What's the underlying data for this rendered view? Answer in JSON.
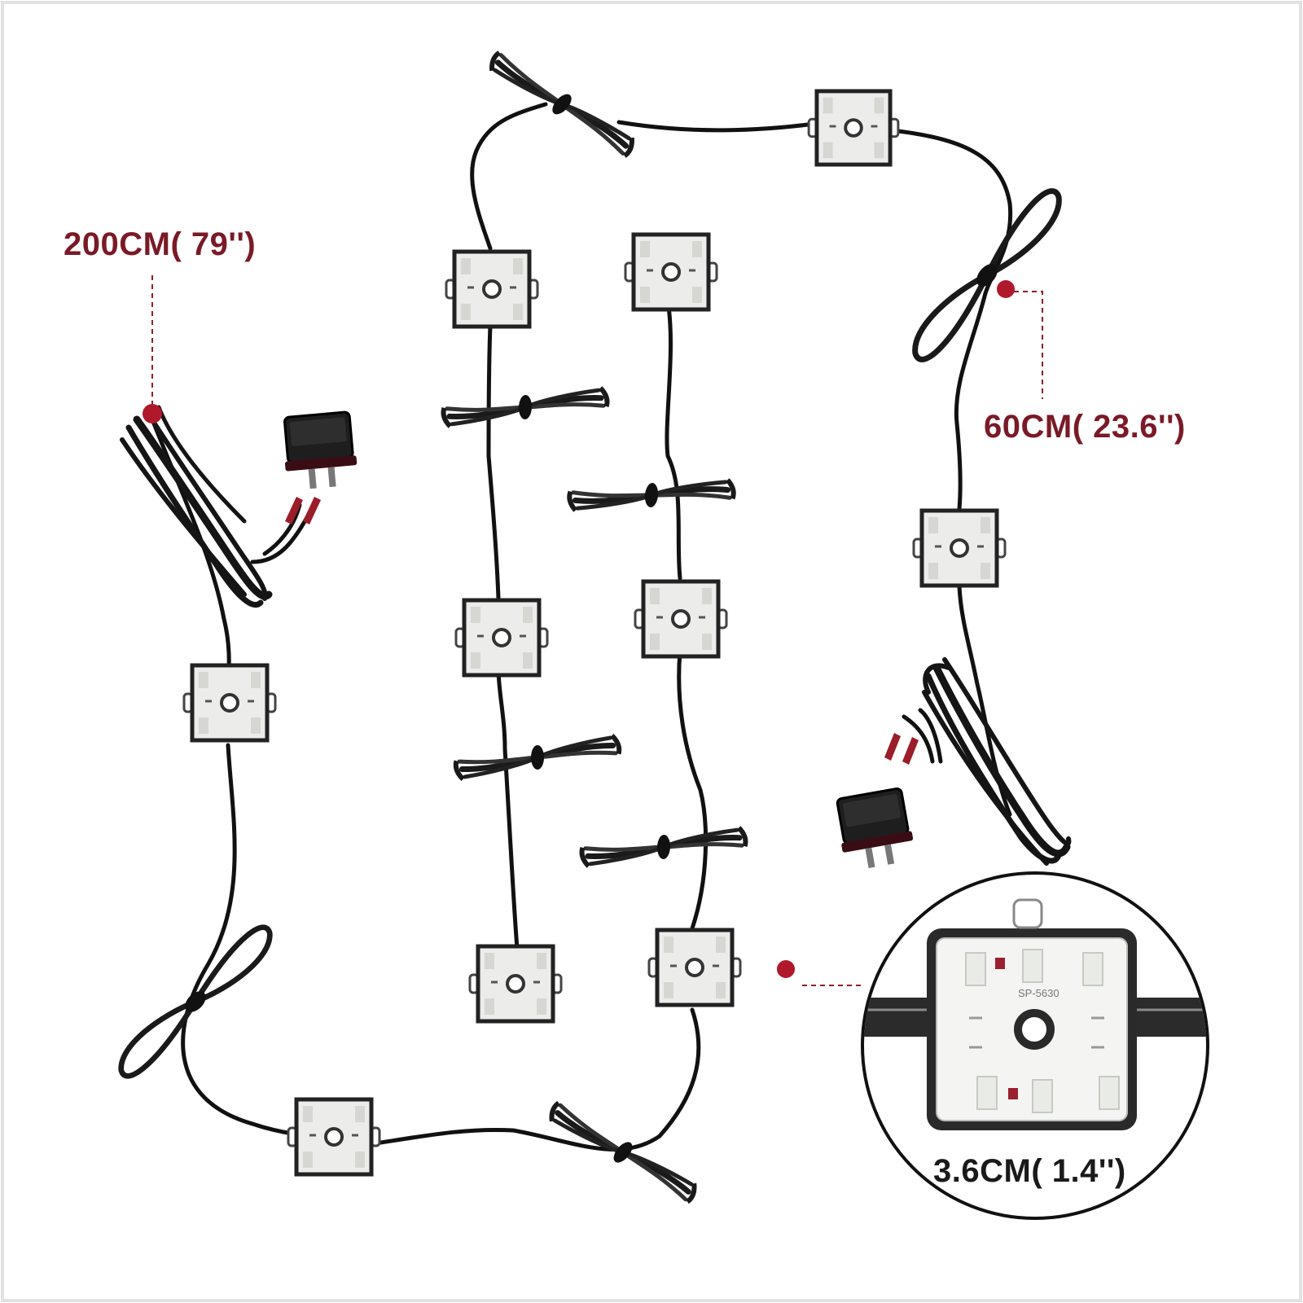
{
  "annotations": {
    "cable_length": "200CM( 79'')",
    "module_spacing": "60CM( 23.6'')",
    "module_size": "3.6CM( 1.4'')"
  },
  "zoom_module": {
    "chip_label": "SP-5630"
  },
  "colors": {
    "label_red": "#7a1a26",
    "marker_red": "#b0192c",
    "wire": "#111111",
    "module_body": "#ececea",
    "module_frame": "#222222"
  },
  "icons": {
    "power_switch": "rocker-switch-icon",
    "led_module": "led-module-icon"
  }
}
